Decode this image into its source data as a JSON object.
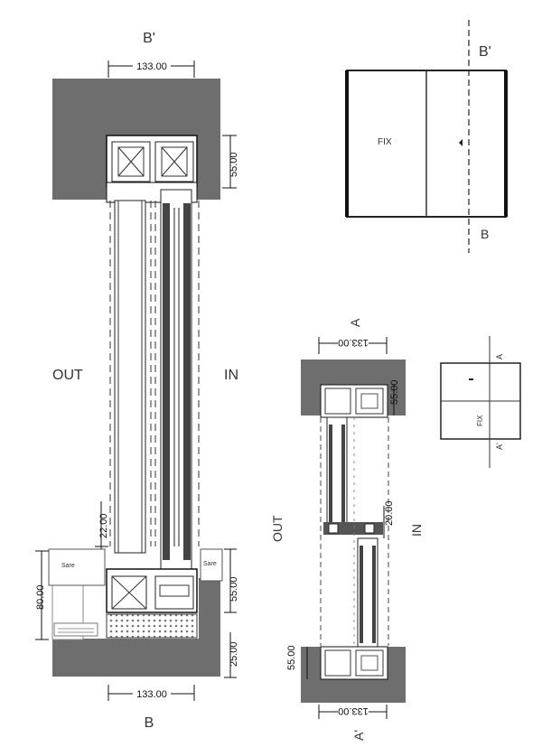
{
  "section_b": {
    "top_label": "B'",
    "bottom_label": "B",
    "out_label": "OUT",
    "in_label": "IN",
    "dim_top_width": "133.00",
    "dim_bottom_width": "133.00",
    "dim_right_top": "55.00",
    "dim_right_bottom": "55.00",
    "dim_right_base": "25.00",
    "dim_left_gap": "22.00",
    "dim_left_height": "80.00",
    "note_left": "Sare",
    "note_right": "Sare"
  },
  "elevation_b": {
    "fix_label": "FIX",
    "cut_top": "B'",
    "cut_bottom": "B"
  },
  "section_a": {
    "top_label": "A",
    "bottom_label": "A'",
    "out_label": "OUT",
    "in_label": "IN",
    "dim_top_width": "133.00",
    "dim_bottom_width": "133.00",
    "dim_right_top": "55.00",
    "dim_mid": "20.00",
    "dim_left_bottom": "55.00"
  },
  "elevation_a": {
    "fix_label": "FIX",
    "cut_top": "A",
    "cut_bottom": "A'"
  }
}
